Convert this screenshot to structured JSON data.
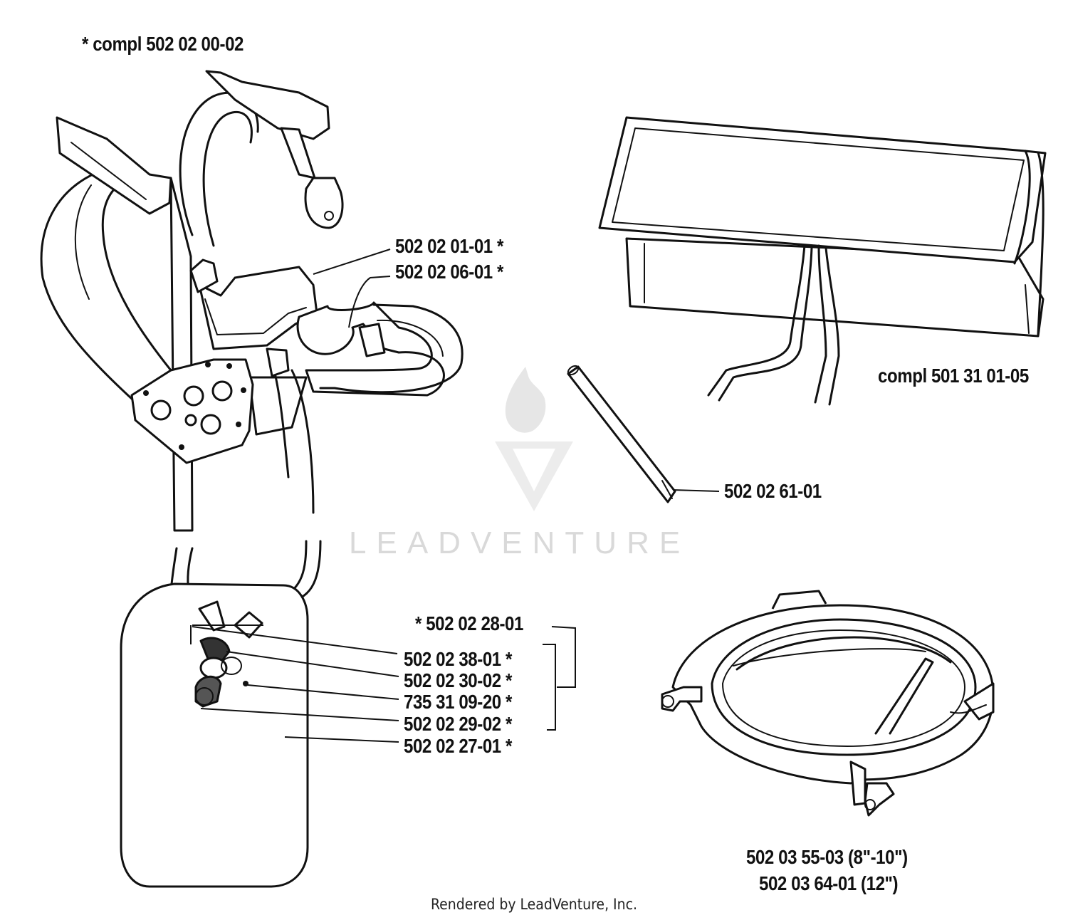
{
  "labels": {
    "harness_assembly": "*  compl 502 02 00-02",
    "buckle": "502 02 01-01  *",
    "hook": "502 02 06-01  *",
    "apron_assembly": "compl 501 31 01-05",
    "rod": "502 02 61-01",
    "hip_kit": "*  502 02 28-01",
    "part_38": "502 02 38-01  *",
    "part_30": "502 02 30-02  *",
    "part_735": "735 31 09-20  *",
    "part_29": "502 02 29-02  *",
    "hip_pad": "502 02 27-01  *",
    "guard_8_10": "502 03 55-03 (8\"-10\")",
    "guard_12": "502 03 64-01 (12\")"
  },
  "watermark": {
    "text": "LEADVENTURE"
  },
  "footer": {
    "text": "Rendered by LeadVenture, Inc."
  }
}
